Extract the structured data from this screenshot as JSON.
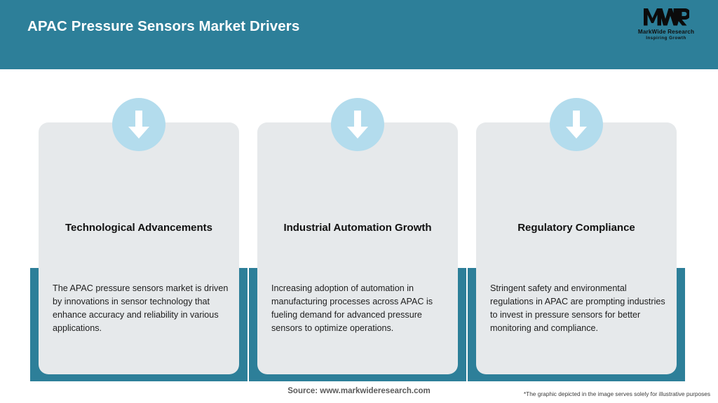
{
  "header": {
    "title": "APAC Pressure Sensors Market Drivers",
    "background_color": "#2d7f99",
    "title_color": "#ffffff"
  },
  "logo": {
    "mark": "MWR",
    "name": "MarkWide Research",
    "tagline": "Inspiring Growth"
  },
  "theme": {
    "teal": "#2d7f99",
    "card_background": "#e6e9eb",
    "icon_circle": "#b3dced",
    "arrow": "#ffffff",
    "page_background": "#ffffff"
  },
  "cards": [
    {
      "icon": "arrow-down-icon",
      "title": "Technological Advancements",
      "body": "The APAC pressure sensors market is driven by innovations in sensor technology that enhance accuracy and reliability in various applications."
    },
    {
      "icon": "arrow-down-icon",
      "title": "Industrial Automation Growth",
      "body": "Increasing adoption of automation in manufacturing processes across APAC is fueling demand for advanced pressure sensors to optimize operations."
    },
    {
      "icon": "arrow-down-icon",
      "title": "Regulatory Compliance",
      "body": "Stringent safety and environmental regulations in APAC are prompting industries to invest in pressure sensors for better monitoring and compliance."
    }
  ],
  "footer": {
    "source": "Source: www.markwideresearch.com",
    "disclaimer": "*The graphic depicted in the image serves solely for illustrative purposes"
  }
}
